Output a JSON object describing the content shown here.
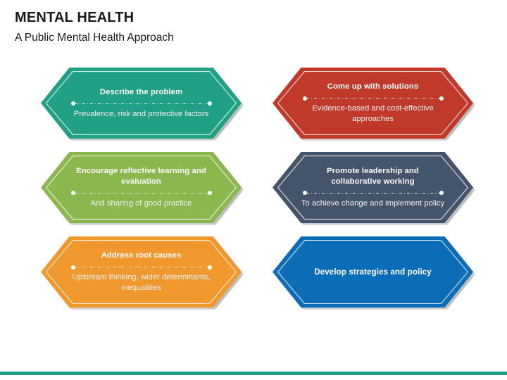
{
  "header": {
    "title": "MENTAL HEALTH",
    "subtitle": "A Public Mental Health Approach"
  },
  "colors": {
    "teal": "#22a085",
    "red": "#c0392b",
    "olive": "#8cb martin",
    "olive_green": "#8cb74f",
    "slate": "#44546a",
    "orange": "#f0982d",
    "blue": "#0b6cb8",
    "footer": "#22a085",
    "title_text": "#1a1a1a",
    "hex_title_text": "#ffffff",
    "hex_sub_text": "#f2f2f2"
  },
  "hexagons": [
    {
      "id": "describe-the-problem",
      "column": "left",
      "row": 1,
      "title": "Describe the problem",
      "subtitle": "Prevalence, risk and protective factors",
      "has_divider": true,
      "fill": "#22a085"
    },
    {
      "id": "come-up-with-solutions",
      "column": "right",
      "row": 1,
      "title": "Come up with solutions",
      "subtitle": "Evidence-based and cost-effective approaches",
      "has_divider": true,
      "fill": "#c0392b"
    },
    {
      "id": "encourage-reflective-learning",
      "column": "left",
      "row": 2,
      "title": "Encourage reflective learning and evaluation",
      "subtitle": "And sharing of good practice",
      "has_divider": true,
      "fill": "#8cb74f"
    },
    {
      "id": "promote-leadership",
      "column": "right",
      "row": 2,
      "title": "Promote leadership and collaborative working",
      "subtitle": "To achieve change and implement policy",
      "has_divider": true,
      "fill": "#44546a"
    },
    {
      "id": "address-root-causes",
      "column": "left",
      "row": 3,
      "title": "Address root causes",
      "subtitle": "Upstream thinking, wider determinants, inequalities",
      "has_divider": true,
      "fill": "#f0982d"
    },
    {
      "id": "develop-strategies-and-policy",
      "column": "right",
      "row": 3,
      "title": "Develop strategies and policy",
      "subtitle": "",
      "has_divider": false,
      "fill": "#0b6cb8"
    }
  ]
}
